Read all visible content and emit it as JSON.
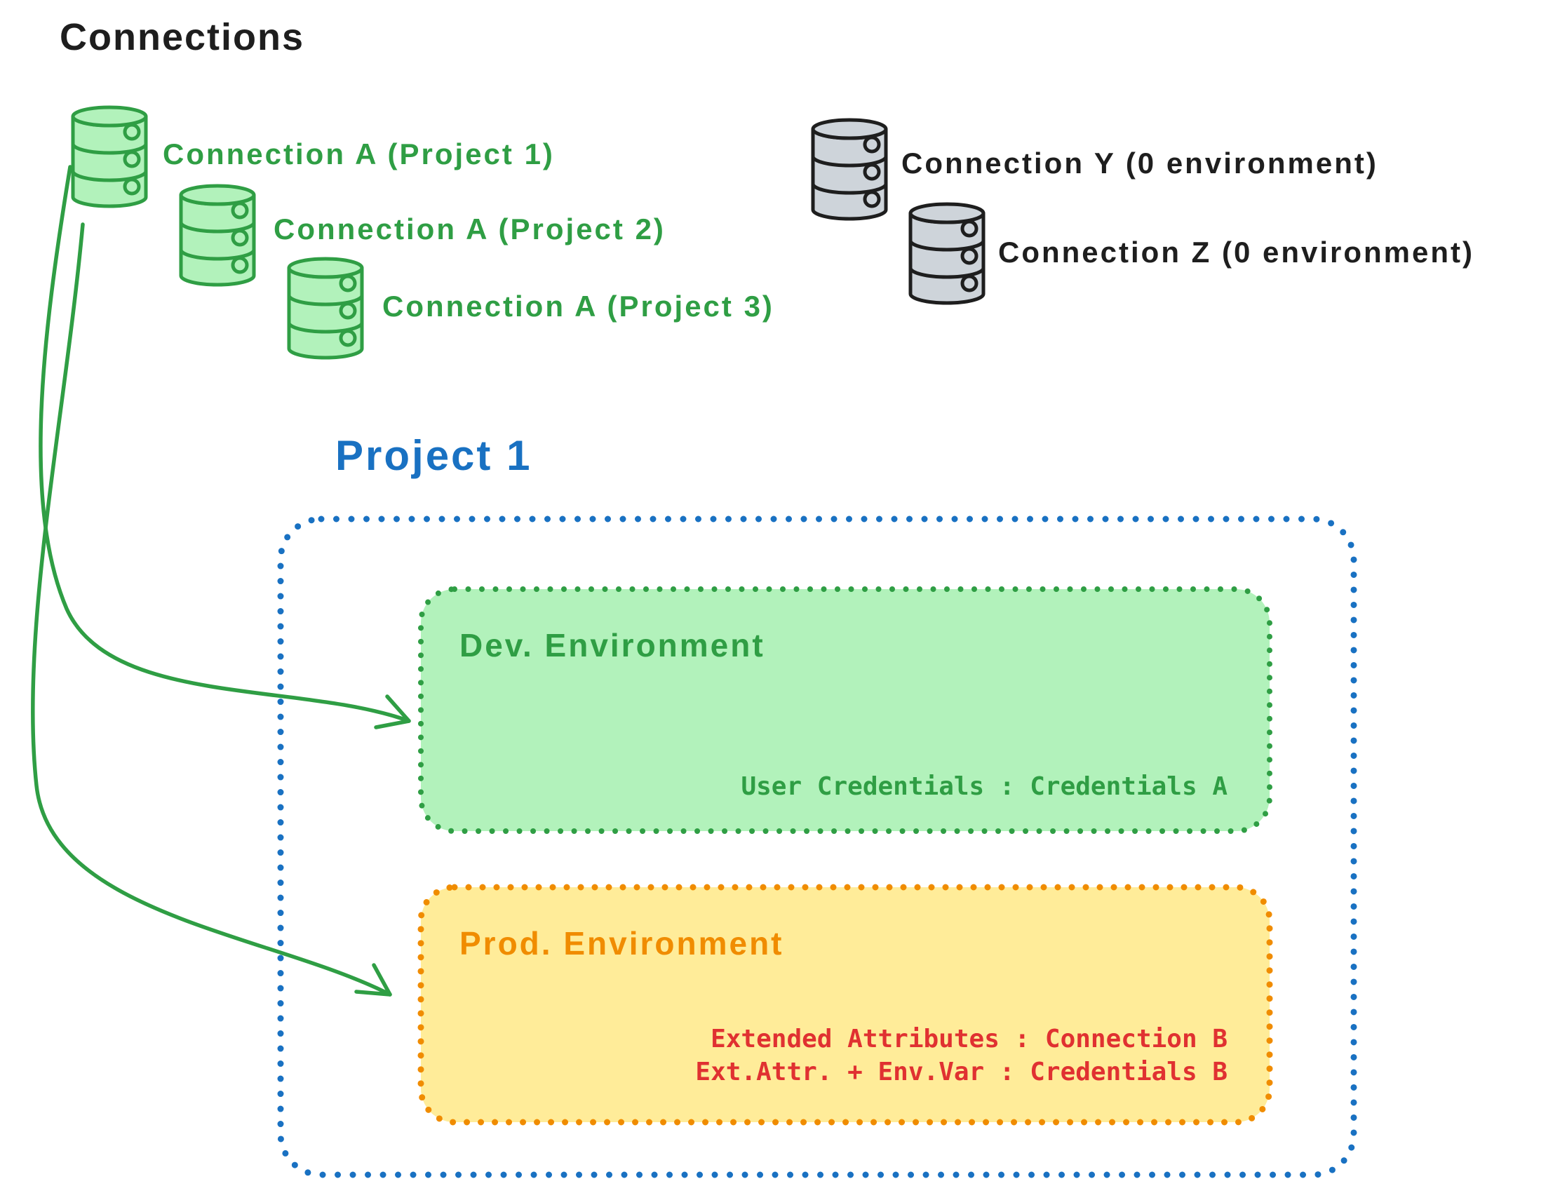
{
  "title": "Connections",
  "green_connections": [
    {
      "icon": "database-icon",
      "label": "Connection A (Project 1)"
    },
    {
      "icon": "database-icon",
      "label": "Connection A (Project 2)"
    },
    {
      "icon": "database-icon",
      "label": "Connection A (Project 3)"
    }
  ],
  "gray_connections": [
    {
      "icon": "database-icon",
      "label": "Connection Y (0 environment)"
    },
    {
      "icon": "database-icon",
      "label": "Connection Z (0 environment)"
    }
  ],
  "project": {
    "title": "Project 1",
    "dev_environment": {
      "title": "Dev. Environment",
      "mapping": "User Credentials : Credentials A"
    },
    "prod_environment": {
      "title": "Prod. Environment",
      "mapping_line1": "Extended Attributes : Connection B",
      "mapping_line2": "Ext.Attr. + Env.Var : Credentials B"
    }
  },
  "colors": {
    "handwriting_ink": "#1e1e1e",
    "green_stroke": "#2f9e44",
    "green_fill": "#b2f2bb",
    "blue_stroke": "#1971c2",
    "orange_stroke": "#f08c00",
    "yellow_fill": "#ffec99",
    "red_text": "#e03131",
    "gray_fill": "#ced4da"
  }
}
